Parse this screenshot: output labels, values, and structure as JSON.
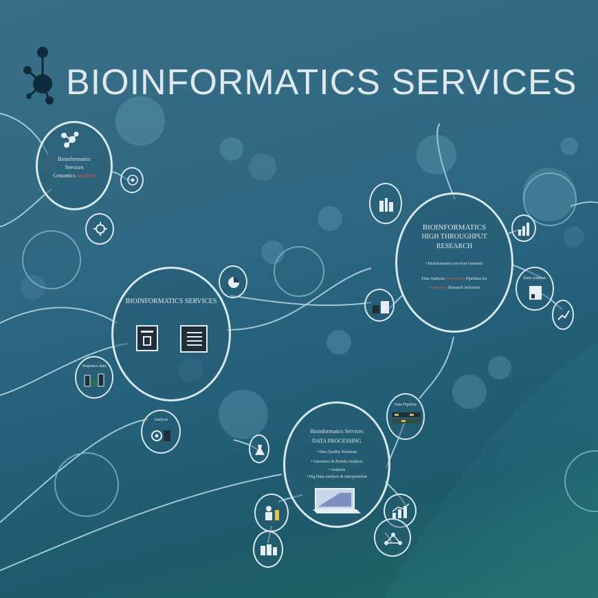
{
  "title": "BIOINFORMATICS SERVICES",
  "logo_icon": "molecule-network-icon",
  "colors": {
    "accent_ring": "#d7e8ee",
    "title_text": "#dfe8ee",
    "highlight_red": "#d05a4a",
    "background_dark": "#1d5a6a"
  },
  "circle_top_left": {
    "line1": "Bioinformatics",
    "line2": "Services",
    "line3": "Genomics",
    "line3_highlight": "Analysis"
  },
  "circle_center_left": {
    "heading": "BIOINFORMATICS SERVICES",
    "icons": [
      "document-seven-icon",
      "document-list-icon"
    ]
  },
  "circle_right": {
    "line1": "BIOINFORMATICS",
    "line2": "HIGH THROUGHPUT",
    "line3": "RESEARCH",
    "bullet1": "• Bioinformatics services Genomic",
    "bullet2_prefix": "Data Analysis",
    "bullet2_highlight": "Sequencing",
    "bullet2_suffix": "Pipelines for",
    "bullet3_highlight": "Proteomics",
    "bullet3_suffix": "Research Solutions"
  },
  "circle_bottom": {
    "line1": "Bioinformatics Services",
    "line2": "DATA PROCESSING",
    "bullet1": "• Data Quality Solutions",
    "bullet2": "• Genomics & Protein Analysis",
    "bullet3": "• Analysis",
    "bullet4": "• Big Data Analysis & Interpretation"
  },
  "small_labels": {
    "left_mid": "Sequence data",
    "left_low": "Analysis",
    "right_upper": "Data Analysis",
    "bottom_right": "Data Pipeline"
  }
}
